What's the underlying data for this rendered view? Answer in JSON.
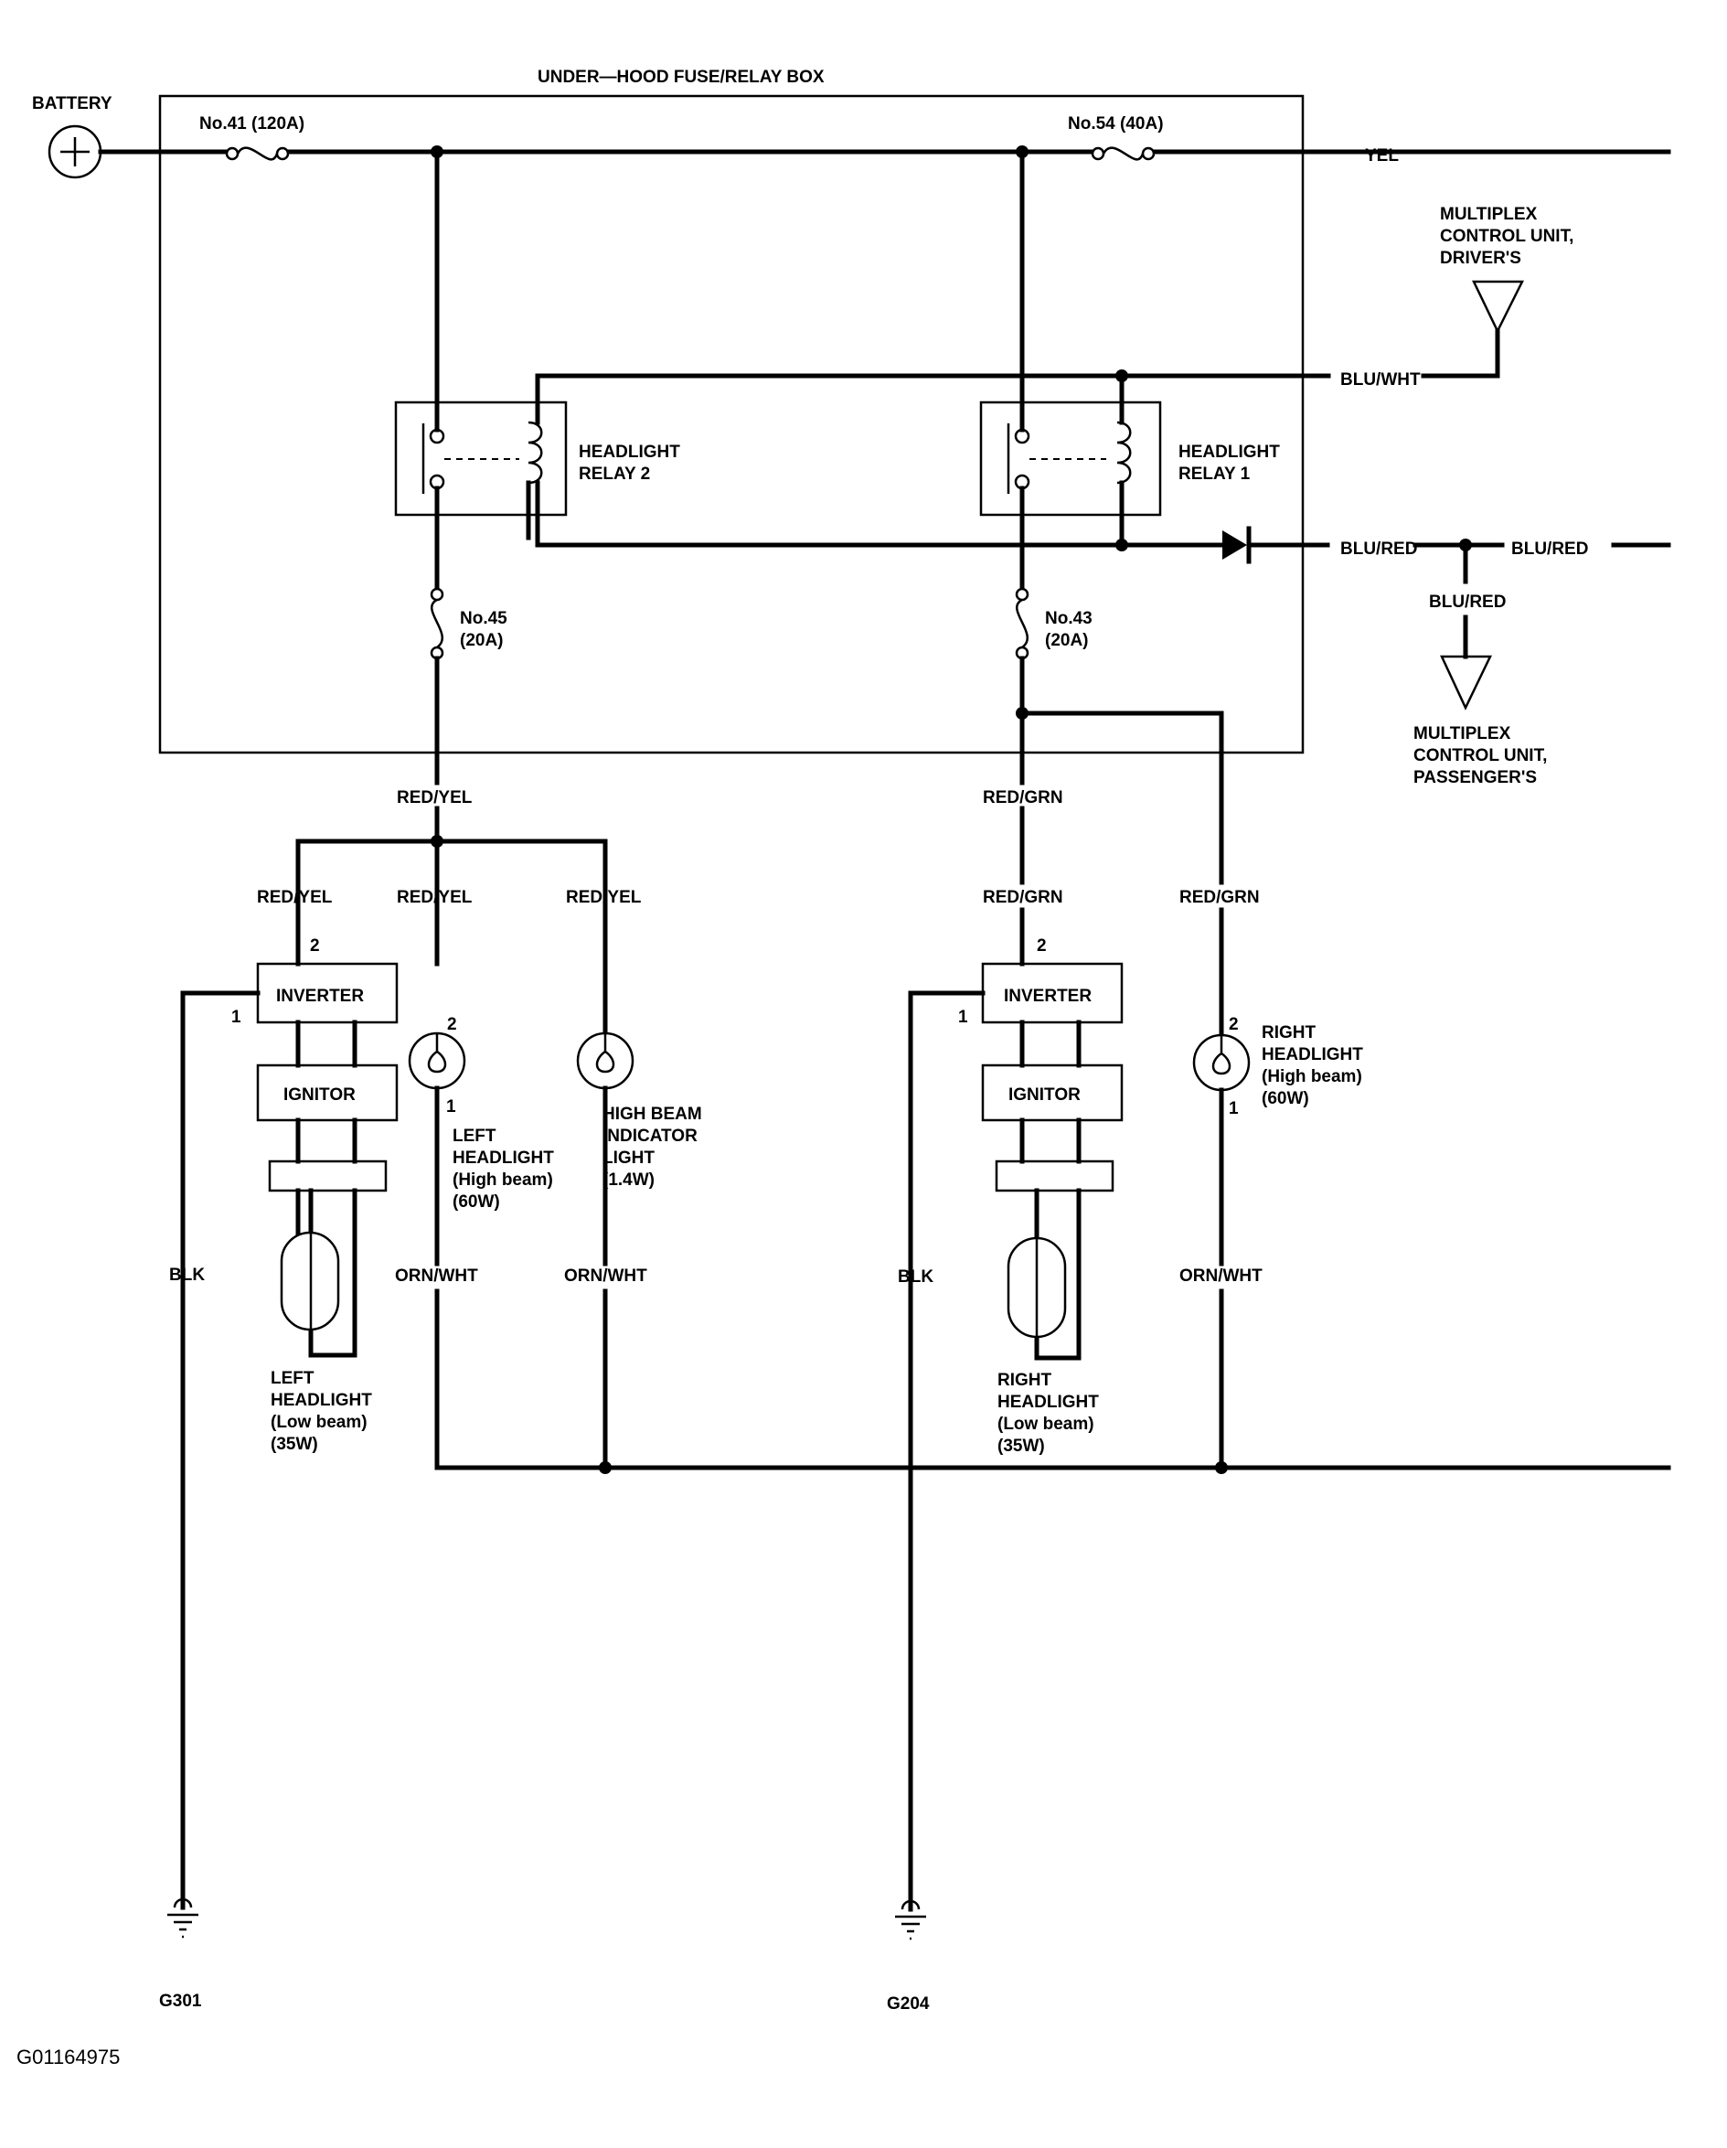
{
  "box": {
    "title": "UNDER—HOOD FUSE/RELAY BOX"
  },
  "battery": {
    "label": "BATTERY"
  },
  "fuses": {
    "f41": "No.41 (120A)",
    "f54": "No.54 (40A)",
    "f45": {
      "num": "No.45",
      "amp": "(20A)"
    },
    "f43": {
      "num": "No.43",
      "amp": "(20A)"
    }
  },
  "relays": {
    "relay2": [
      "HEADLIGHT",
      "RELAY 2"
    ],
    "relay1": [
      "HEADLIGHT",
      "RELAY 1"
    ]
  },
  "multiplex": {
    "drivers": [
      "MULTIPLEX",
      "CONTROL UNIT,",
      "DRIVER'S"
    ],
    "passengers": [
      "MULTIPLEX",
      "CONTROL UNIT,",
      "PASSENGER'S"
    ]
  },
  "wires": {
    "yel": "YEL",
    "blu_wht": "BLU/WHT",
    "blu_red": "BLU/RED",
    "red_yel": "RED/YEL",
    "red_grn": "RED/GRN",
    "orn_wht": "ORN/WHT",
    "blk": "BLK"
  },
  "components": {
    "inverter": "INVERTER",
    "ignitor": "IGNITOR",
    "left_high": [
      "LEFT",
      "HEADLIGHT",
      "(High beam)",
      "(60W)"
    ],
    "indicator": [
      "HIGH BEAM",
      "INDICATOR",
      "LIGHT",
      "(1.4W)"
    ],
    "right_high": [
      "RIGHT",
      "HEADLIGHT",
      "(High beam)",
      "(60W)"
    ],
    "left_low": [
      "LEFT",
      "HEADLIGHT",
      "(Low beam)",
      "(35W)"
    ],
    "right_low": [
      "RIGHT",
      "HEADLIGHT",
      "(Low beam)",
      "(35W)"
    ]
  },
  "pins": {
    "p1": "1",
    "p2": "2"
  },
  "grounds": {
    "left": "G301",
    "right": "G204"
  },
  "figure_id": "G01164975"
}
